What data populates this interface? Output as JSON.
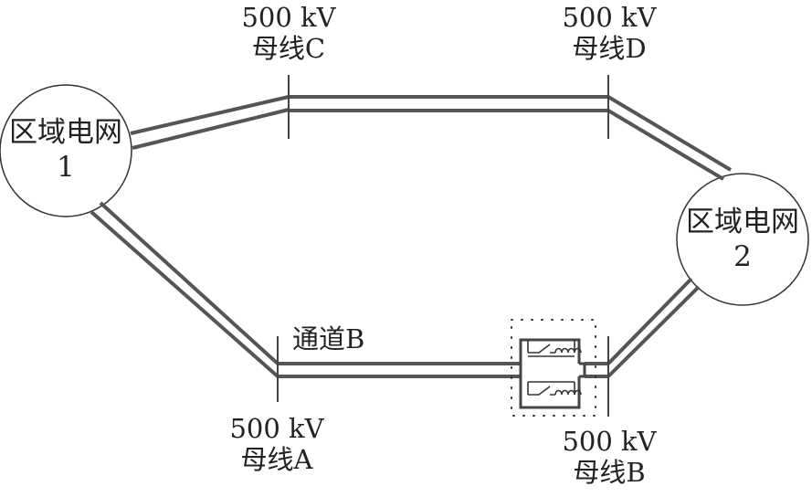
{
  "regions": [
    {
      "line1": "区域电网",
      "line2": "1"
    },
    {
      "line1": "区域电网",
      "line2": "2"
    }
  ],
  "buses": {
    "A": {
      "voltage": "500 kV",
      "name": "母线A"
    },
    "B": {
      "voltage": "500 kV",
      "name": "母线B"
    },
    "C": {
      "voltage": "500 kV",
      "name": "母线C"
    },
    "D": {
      "voltage": "500 kV",
      "name": "母线D"
    }
  },
  "channel_label": "通道B",
  "colors": {
    "line": "#555555",
    "circle": "#333333"
  }
}
